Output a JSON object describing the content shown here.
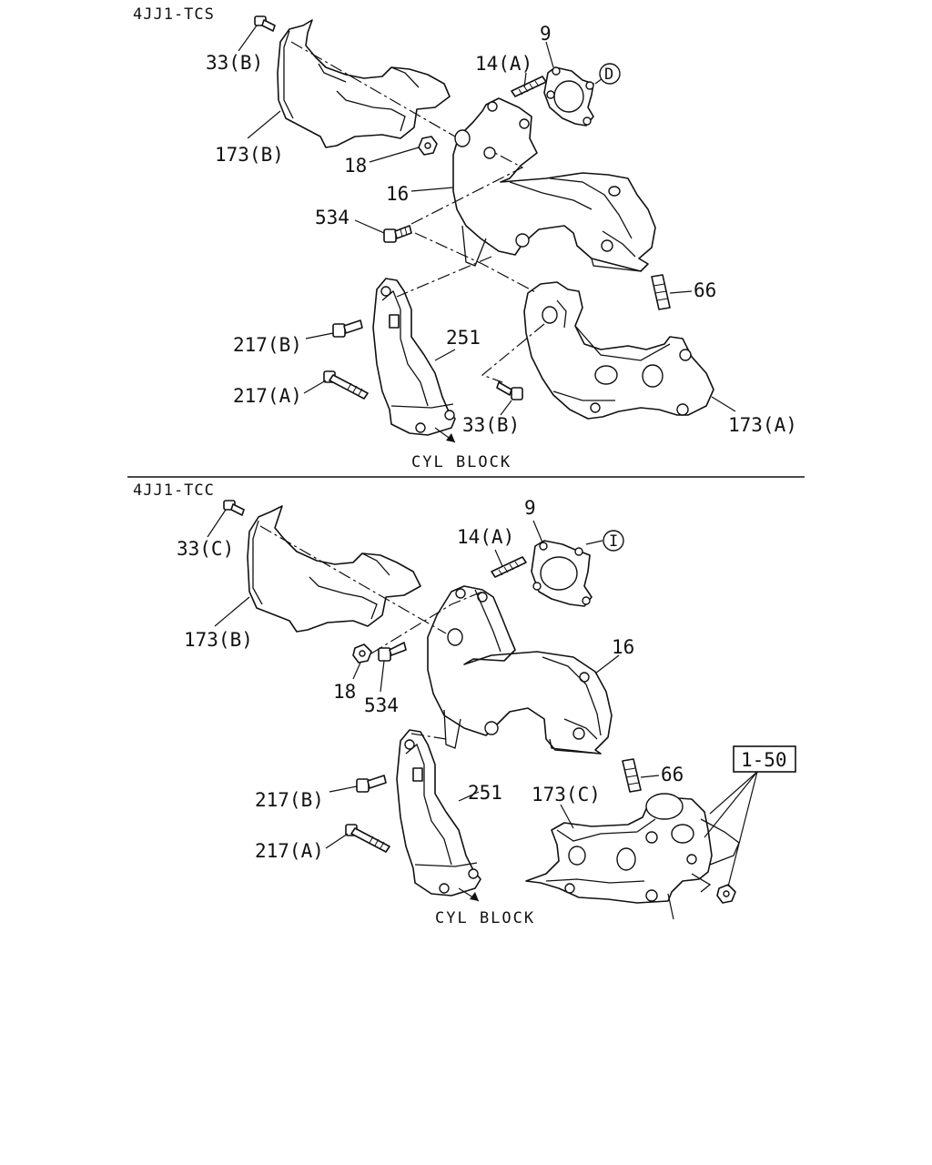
{
  "sections": [
    {
      "variant": "4JJ1-TCS",
      "cyl_block": "CYL BLOCK",
      "labels": {
        "bolt_33": "33(B)",
        "cover_173b": "173(B)",
        "stud_14": "14(A)",
        "gasket_9": "9",
        "ref_circle": "D",
        "nut_18": "18",
        "pipe_16": "16",
        "bolt_534": "534",
        "stud_66": "66",
        "bolt_217b": "217(B)",
        "bracket_251": "251",
        "bolt_217a": "217(A)",
        "bolt_33_lower": "33(B)",
        "cover_173a": "173(A)"
      }
    },
    {
      "variant": "4JJ1-TCC",
      "cyl_block": "CYL BLOCK",
      "labels": {
        "bolt_33": "33(C)",
        "cover_173b": "173(B)",
        "stud_14": "14(A)",
        "gasket_9": "9",
        "ref_circle": "I",
        "nut_18": "18",
        "bolt_534": "534",
        "pipe_16": "16",
        "stud_66": "66",
        "bolt_217b": "217(B)",
        "bracket_251": "251",
        "bolt_217a": "217(A)",
        "cover_173c": "173(C)",
        "ref_box": "1-50"
      }
    }
  ]
}
